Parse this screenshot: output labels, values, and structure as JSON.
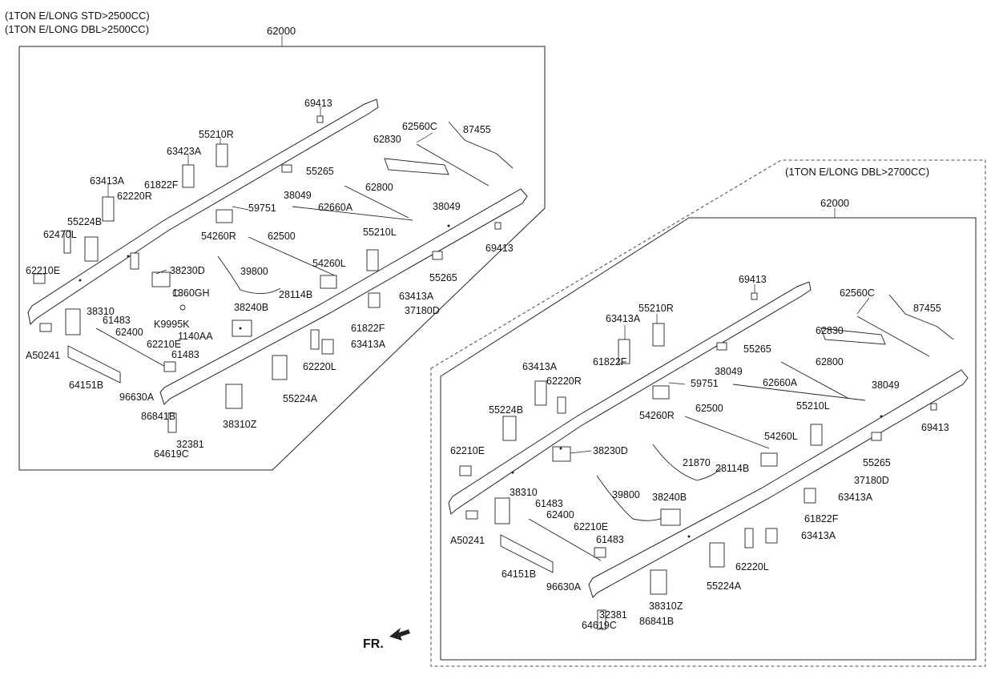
{
  "captions": {
    "left_line1": "(1TON E/LONG STD>2500CC)",
    "left_line2": "(1TON E/LONG DBL>2500CC)",
    "right": "(1TON E/LONG DBL>2700CC)",
    "assembly_left": "62000",
    "assembly_right": "62000",
    "front_marker": "FR."
  },
  "left_diagram": {
    "labels": [
      "69413",
      "55210R",
      "63423A",
      "62560C",
      "87455",
      "62830",
      "55265",
      "63413A",
      "61822F",
      "62220R",
      "38049",
      "62800",
      "59751",
      "62660A",
      "38049",
      "55224B",
      "54260R",
      "62500",
      "55210L",
      "62470L",
      "69413",
      "54260L",
      "55265",
      "62210E",
      "38230D",
      "39800",
      "1360GH",
      "28114B",
      "63413A",
      "38310",
      "37180D",
      "61483",
      "K9995K",
      "38240B",
      "62400",
      "1140AA",
      "61822F",
      "A50241",
      "62210E",
      "63413A",
      "61483",
      "62220L",
      "64151B",
      "96630A",
      "55224A",
      "86841B",
      "38310Z",
      "32381",
      "64619C"
    ]
  },
  "right_diagram": {
    "labels": [
      "69413",
      "62560C",
      "55210R",
      "87455",
      "62830",
      "63413A",
      "55265",
      "61822F",
      "63413A",
      "38049",
      "62800",
      "62220R",
      "59751",
      "62660A",
      "38049",
      "55224B",
      "54260R",
      "62500",
      "55210L",
      "69413",
      "54260L",
      "62210E",
      "38230D",
      "21870",
      "28114B",
      "55265",
      "38310",
      "37180D",
      "61483",
      "39800",
      "38240B",
      "63413A",
      "A50241",
      "62400",
      "62210E",
      "61822F",
      "61483",
      "63413A",
      "64151B",
      "62220L",
      "96630A",
      "55224A",
      "38310Z",
      "86841B",
      "32381",
      "64619C"
    ]
  }
}
